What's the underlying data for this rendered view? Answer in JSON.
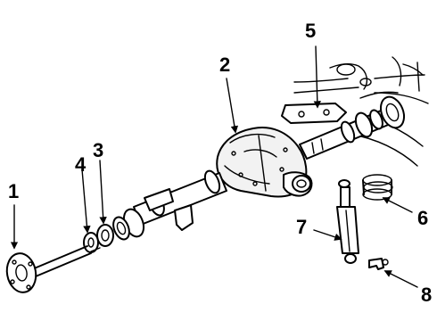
{
  "diagram": {
    "callouts": [
      {
        "id": "1",
        "label": "1"
      },
      {
        "id": "2",
        "label": "2"
      },
      {
        "id": "3",
        "label": "3"
      },
      {
        "id": "4",
        "label": "4"
      },
      {
        "id": "5",
        "label": "5"
      },
      {
        "id": "6",
        "label": "6"
      },
      {
        "id": "7",
        "label": "7"
      },
      {
        "id": "8",
        "label": "8"
      }
    ]
  },
  "colors": {
    "ink": "#000000",
    "paper": "#ffffff"
  },
  "icons": {
    "arrow": "arrow-icon"
  }
}
